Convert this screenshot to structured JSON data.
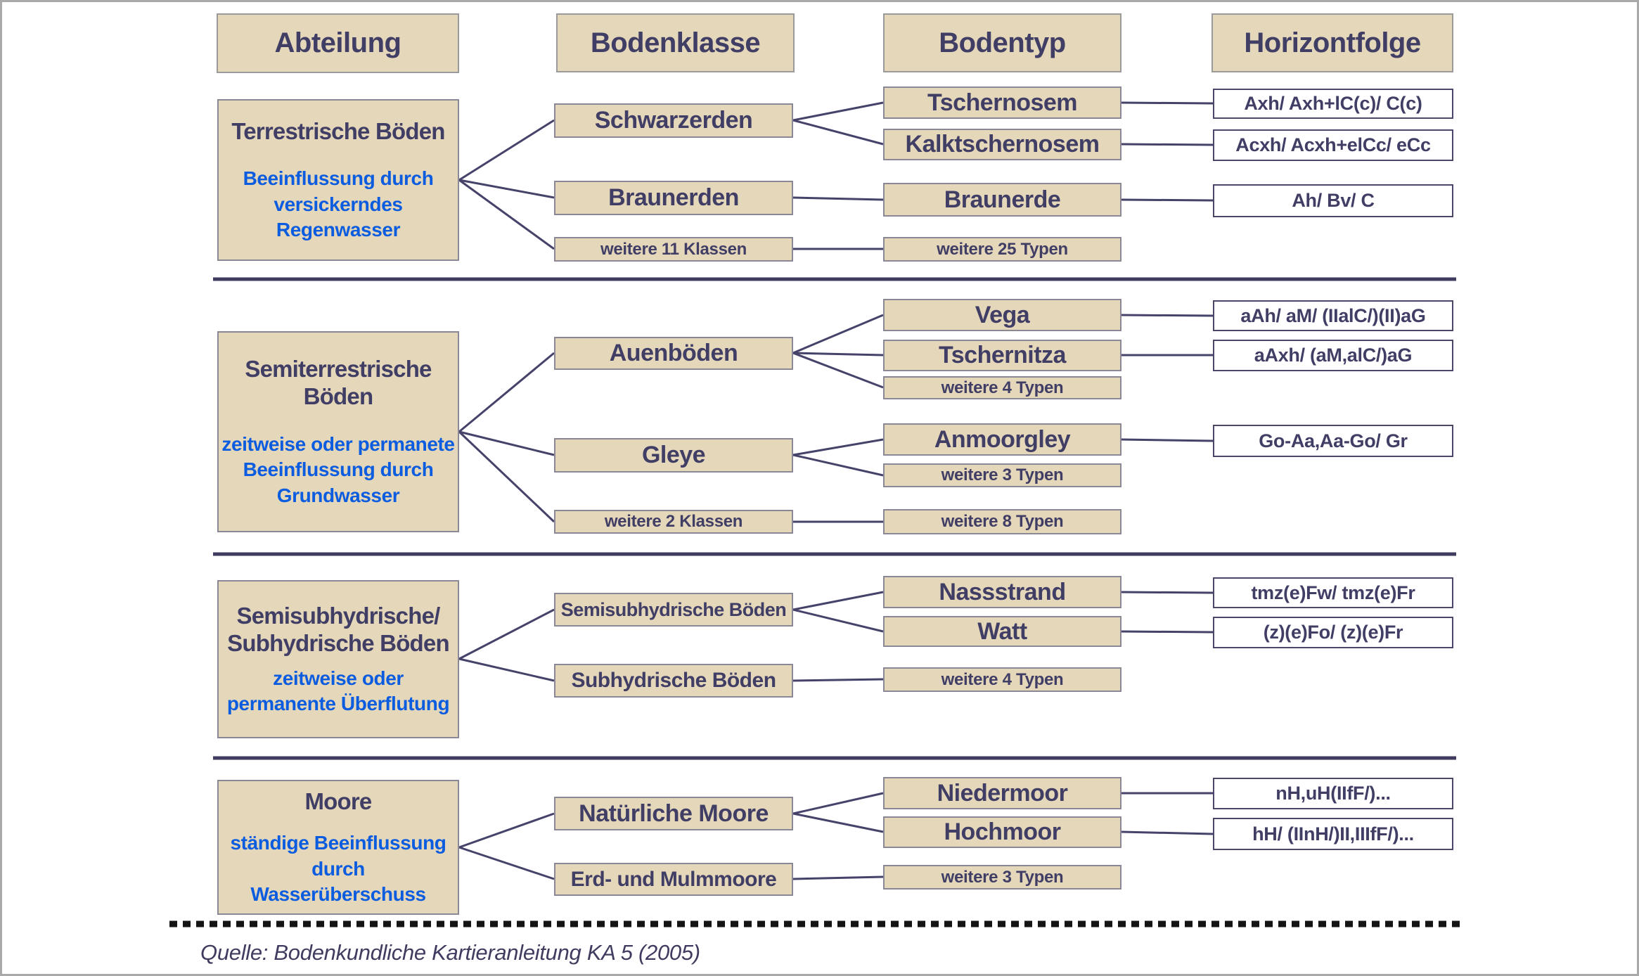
{
  "headers": {
    "abteilung": "Abteilung",
    "bodenklasse": "Bodenklasse",
    "bodentyp": "Bodentyp",
    "horizontfolge": "Horizontfolge"
  },
  "sections": [
    {
      "abteilung": {
        "title": "Terrestrische Böden",
        "subtitle": "Beeinflussung durch versickerndes Regenwasser"
      },
      "klassen": [
        "Schwarzerden",
        "Braunerden",
        "weitere 11 Klassen"
      ],
      "typen": [
        "Tschernosem",
        "Kalktschernosem",
        "Braunerde",
        "weitere 25 Typen"
      ],
      "horizontfolgen": [
        "Axh/ Axh+lC(c)/ C(c)",
        "Acxh/ Acxh+elCc/ eCc",
        "Ah/ Bv/ C"
      ]
    },
    {
      "abteilung": {
        "title": "Semiterrestrische Böden",
        "subtitle": "zeitweise oder permanete Beeinflussung durch Grundwasser"
      },
      "klassen": [
        "Auenböden",
        "Gleye",
        "weitere 2 Klassen"
      ],
      "typen": [
        "Vega",
        "Tschernitza",
        "weitere 4 Typen",
        "Anmoorgley",
        "weitere 3 Typen",
        "weitere 8 Typen"
      ],
      "horizontfolgen": [
        "aAh/ aM/ (IIalC/)(II)aG",
        "aAxh/ (aM,alC/)aG",
        "Go-Aa,Aa-Go/ Gr"
      ]
    },
    {
      "abteilung": {
        "title": "Semisubhydrische/ Subhydrische Böden",
        "subtitle": "zeitweise oder permanente Überflutung"
      },
      "klassen": [
        "Semisubhydrische Böden",
        "Subhydrische Böden"
      ],
      "typen": [
        "Nassstrand",
        "Watt",
        "weitere 4 Typen"
      ],
      "horizontfolgen": [
        "tmz(e)Fw/ tmz(e)Fr",
        "(z)(e)Fo/ (z)(e)Fr"
      ]
    },
    {
      "abteilung": {
        "title": "Moore",
        "subtitle": "ständige Beeinflussung durch Wasserüberschuss"
      },
      "klassen": [
        "Natürliche Moore",
        "Erd- und Mulmmoore"
      ],
      "typen": [
        "Niedermoor",
        "Hochmoor",
        "weitere 3 Typen"
      ],
      "horizontfolgen": [
        "nH,uH(IIfF/)...",
        "hH/ (IInH/)II,IIIfF/)..."
      ]
    }
  ],
  "source": "Quelle: Bodenkundliche Kartieranleitung  KA 5 (2005)",
  "colors": {
    "box_fill": "#e5d7ba",
    "text_navy": "#413e66",
    "text_blue": "#0c5ce0",
    "connector": "#46436a"
  }
}
